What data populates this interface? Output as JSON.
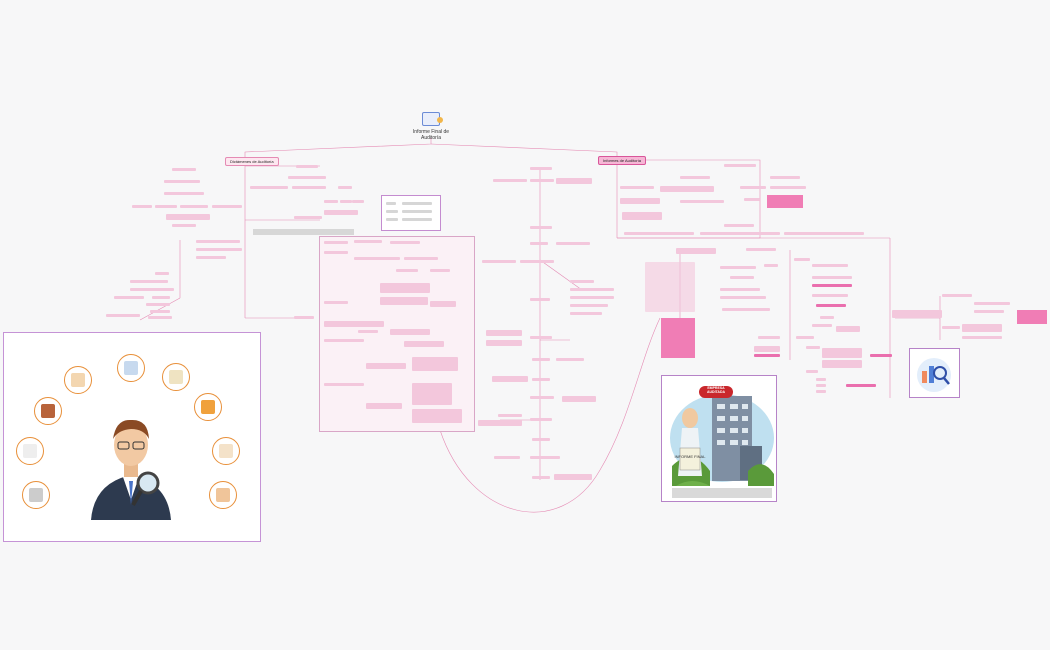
{
  "title": "Informe Final de Auditoría",
  "branches": {
    "left": "Dictámenes de Auditoría",
    "right": "Informes de Auditoría"
  },
  "badge": "EMPRESA AUDITADA",
  "stamp": "INFORME FINAL",
  "colors": {
    "accent": "#e58bb4",
    "accent_dark": "#d9559a",
    "highlight": "#f07db5",
    "panel_border": "#c593d6",
    "icon_orange": "#e8903a"
  }
}
